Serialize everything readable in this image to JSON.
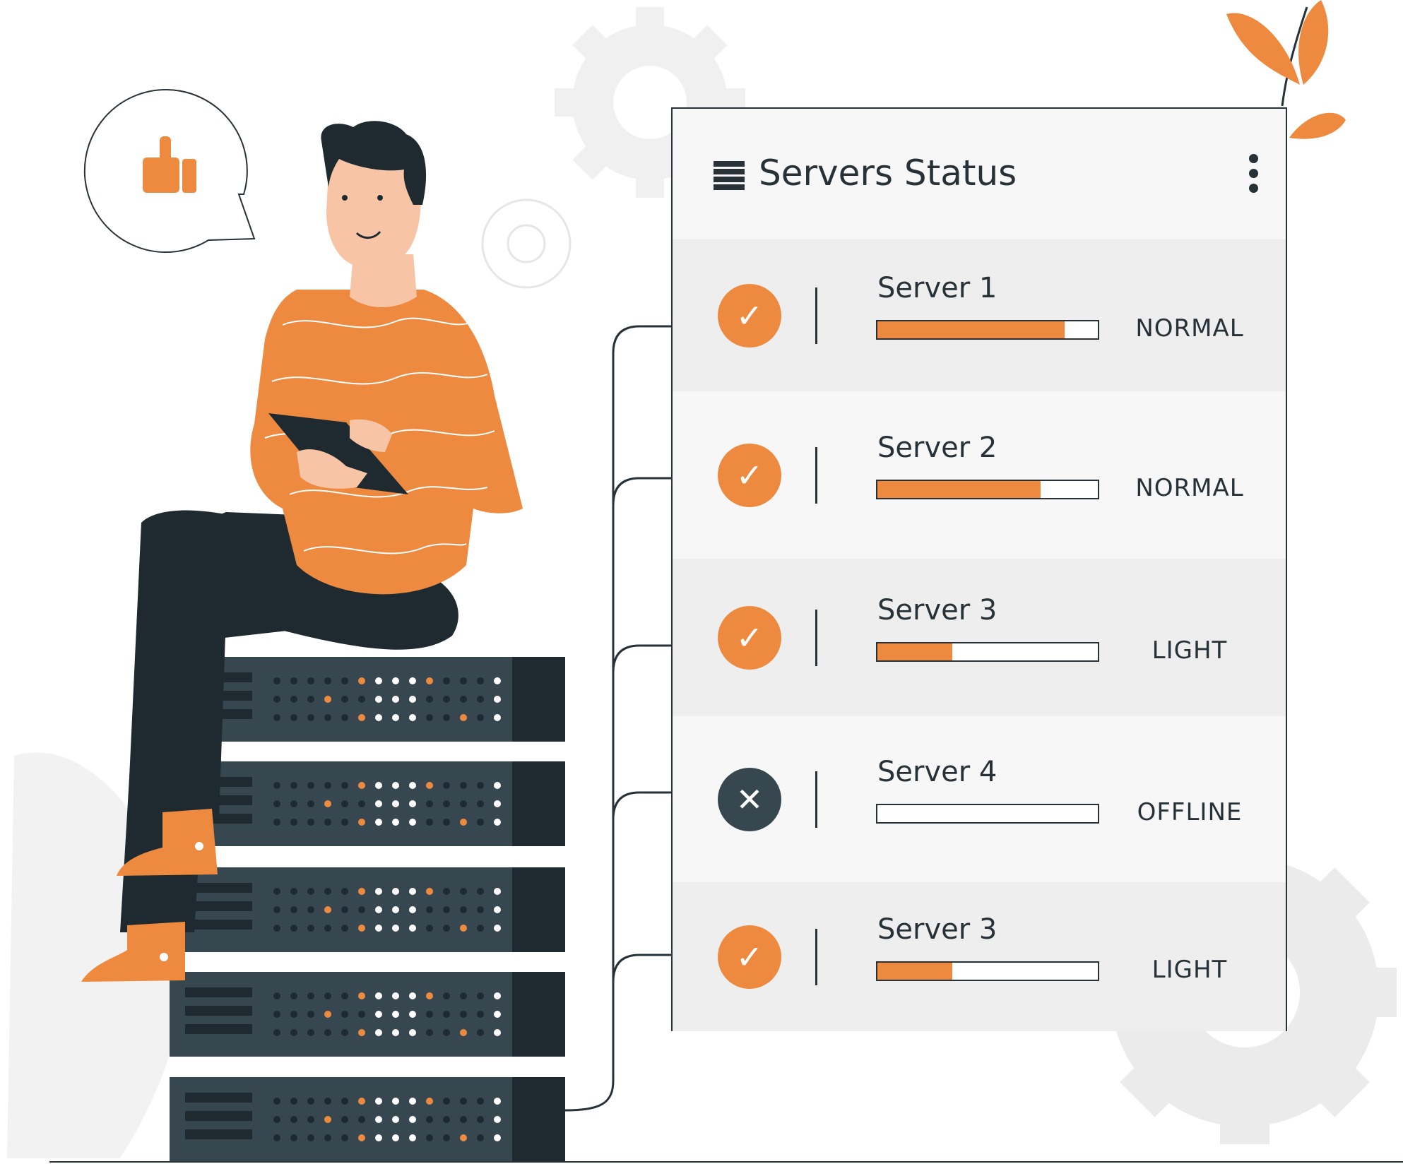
{
  "panel": {
    "title": "Servers Status",
    "menu_icon": "list-icon",
    "more_icon": "more-vertical-icon"
  },
  "servers": [
    {
      "name": "Server 1",
      "status": "NORMAL",
      "load": 0.85,
      "online": true,
      "icon": "check-icon"
    },
    {
      "name": "Server 2",
      "status": "NORMAL",
      "load": 0.74,
      "online": true,
      "icon": "check-icon"
    },
    {
      "name": "Server 3",
      "status": "LIGHT",
      "load": 0.34,
      "online": true,
      "icon": "check-icon"
    },
    {
      "name": "Server 4",
      "status": "OFFLINE",
      "load": 0.0,
      "online": false,
      "icon": "close-icon"
    },
    {
      "name": "Server 3",
      "status": "LIGHT",
      "load": 0.34,
      "online": true,
      "icon": "check-icon"
    }
  ],
  "bubble_icon": "thumbs-up-icon",
  "colors": {
    "accent": "#ee8a40",
    "dark": "#263238",
    "rack": "#37474f",
    "panel_bg": "#f7f7f7",
    "row_shade": "#efeeee",
    "gear": "#ebebeb"
  }
}
